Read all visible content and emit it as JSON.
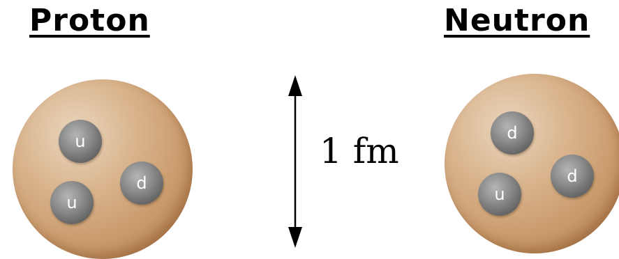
{
  "proton": {
    "title": "Proton",
    "quarks": [
      {
        "label": "u"
      },
      {
        "label": "u"
      },
      {
        "label": "d"
      }
    ]
  },
  "neutron": {
    "title": "Neutron",
    "quarks": [
      {
        "label": "d"
      },
      {
        "label": "u"
      },
      {
        "label": "d"
      }
    ]
  },
  "scale": {
    "label": "1 fm"
  },
  "colors": {
    "particle": "#d4a97c",
    "quark": "#7a7a7a",
    "text": "#000000"
  }
}
